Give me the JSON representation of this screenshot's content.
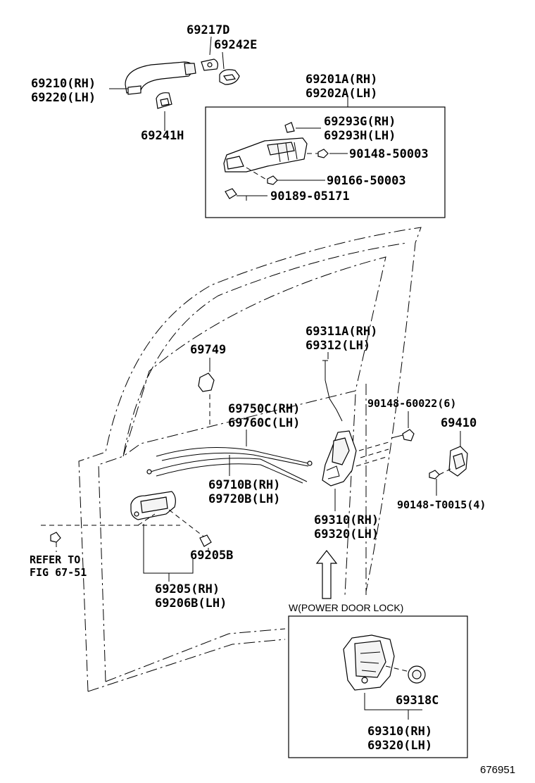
{
  "labels": {
    "p69217D": "69217D",
    "p69242E": "69242E",
    "p69210": "69210(RH)",
    "p69220": "69220(LH)",
    "p69241H": "69241H",
    "p69201A": "69201A(RH)",
    "p69202A": "69202A(LH)",
    "p69293G": "69293G(RH)",
    "p69293H": "69293H(LH)",
    "p90148_50003": "90148-50003",
    "p90166_50003": "90166-50003",
    "p90189_05171": "90189-05171",
    "p69311A": "69311A(RH)",
    "p69312": "69312(LH)",
    "p69749": "69749",
    "p69750C": "69750C(RH)",
    "p69760C": "69760C(LH)",
    "p90148_60022": "90148-60022(6)",
    "p69410": "69410",
    "p69710B": "69710B(RH)",
    "p69720B": "69720B(LH)",
    "p90148_T0015": "90148-T0015(4)",
    "p69310": "69310(RH)",
    "p69320": "69320(LH)",
    "refer1": "REFER TO",
    "refer2": "FIG 67-51",
    "p69205B": "69205B",
    "p69205": "69205(RH)",
    "p69206B": "69206B(LH)",
    "power_header": "W(POWER DOOR LOCK)",
    "p69318C": "69318C",
    "p69310_box": "69310(RH)",
    "p69320_box": "69320(LH)",
    "figure_number": "676951"
  }
}
